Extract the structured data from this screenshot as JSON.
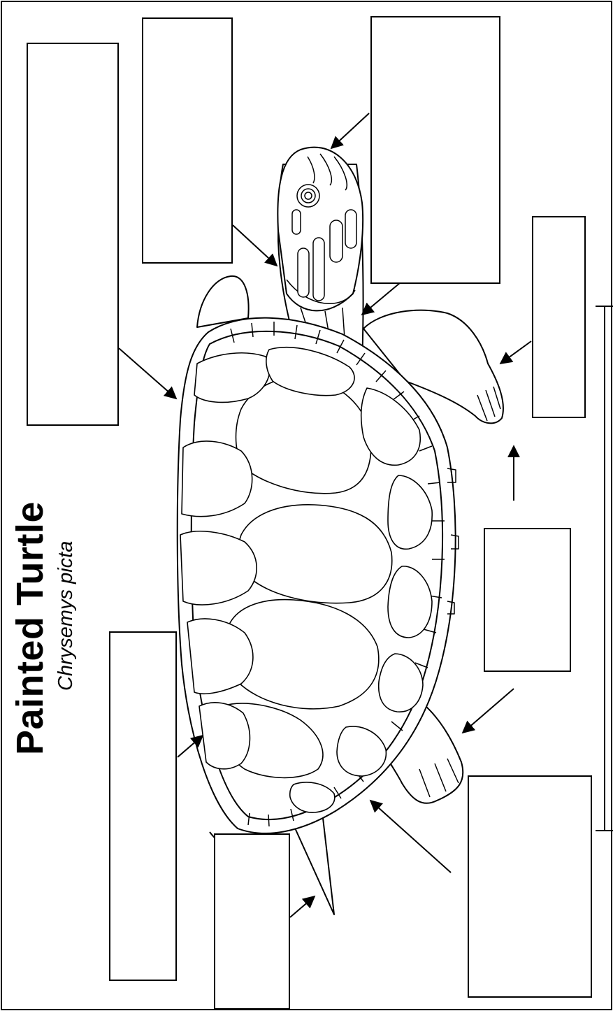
{
  "title": "Painted Turtle",
  "scientific_name": "Chrysemys picta",
  "colors": {
    "line": "#000000",
    "background": "#ffffff"
  },
  "label_boxes": [
    {
      "id": "shell-edge-label",
      "answer": ""
    },
    {
      "id": "neck-label",
      "answer": ""
    },
    {
      "id": "head-label",
      "answer": ""
    },
    {
      "id": "front-leg-label",
      "answer": ""
    },
    {
      "id": "direction-label",
      "answer": ""
    },
    {
      "id": "scute-label",
      "answer": ""
    },
    {
      "id": "tail-label",
      "answer": ""
    },
    {
      "id": "back-leg-label",
      "answer": ""
    }
  ]
}
